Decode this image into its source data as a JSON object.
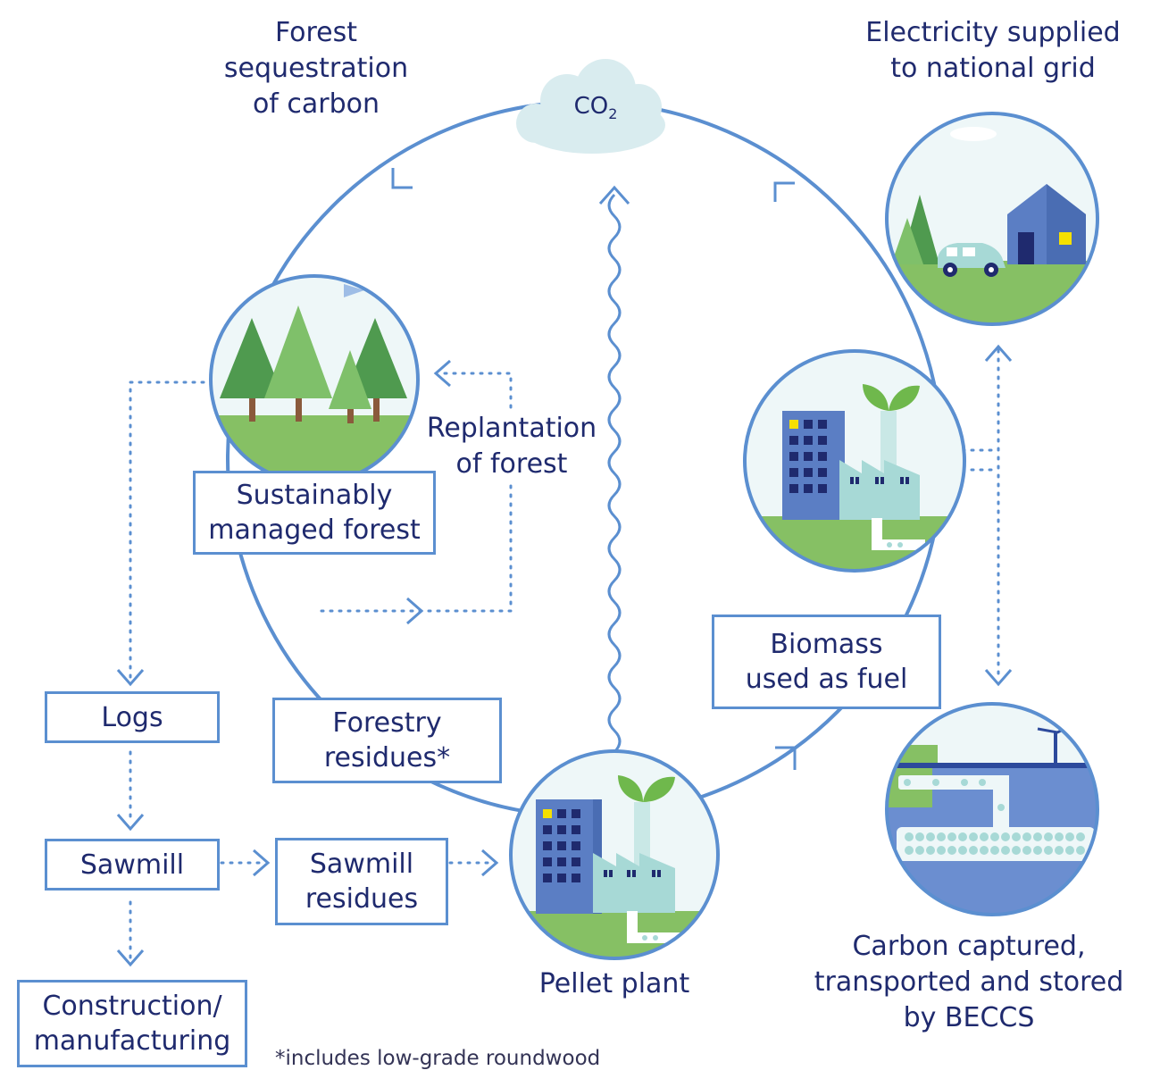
{
  "labels": {
    "forest_seq": [
      "Forest",
      "sequestration",
      "of carbon"
    ],
    "electricity": [
      "Electricity supplied",
      "to national grid"
    ],
    "co2": "CO",
    "co2_sub": "2",
    "replantation": [
      "Replantation",
      "of forest"
    ],
    "pellet_plant": "Pellet plant",
    "carbon_captured": [
      "Carbon captured,",
      "transported and stored",
      "by BECCS"
    ],
    "footnote": "*includes low-grade roundwood"
  },
  "boxes": {
    "sustainably": [
      "Sustainably",
      "managed forest"
    ],
    "logs": "Logs",
    "forestry_residues": [
      "Forestry",
      "residues*"
    ],
    "sawmill": "Sawmill",
    "sawmill_residues": [
      "Sawmill",
      "residues"
    ],
    "construction": [
      "Construction/",
      "manufacturing"
    ],
    "biomass": [
      "Biomass",
      "used as fuel"
    ]
  },
  "colors": {
    "line": "#5b8fd0",
    "text": "#1f2a6e",
    "tree_dark": "#4f9a4f",
    "tree_light": "#7fc06a",
    "grass": "#86c064",
    "building": "#5b7ec4",
    "factory": "#a7d9d6",
    "sky": "#eef7f8"
  }
}
